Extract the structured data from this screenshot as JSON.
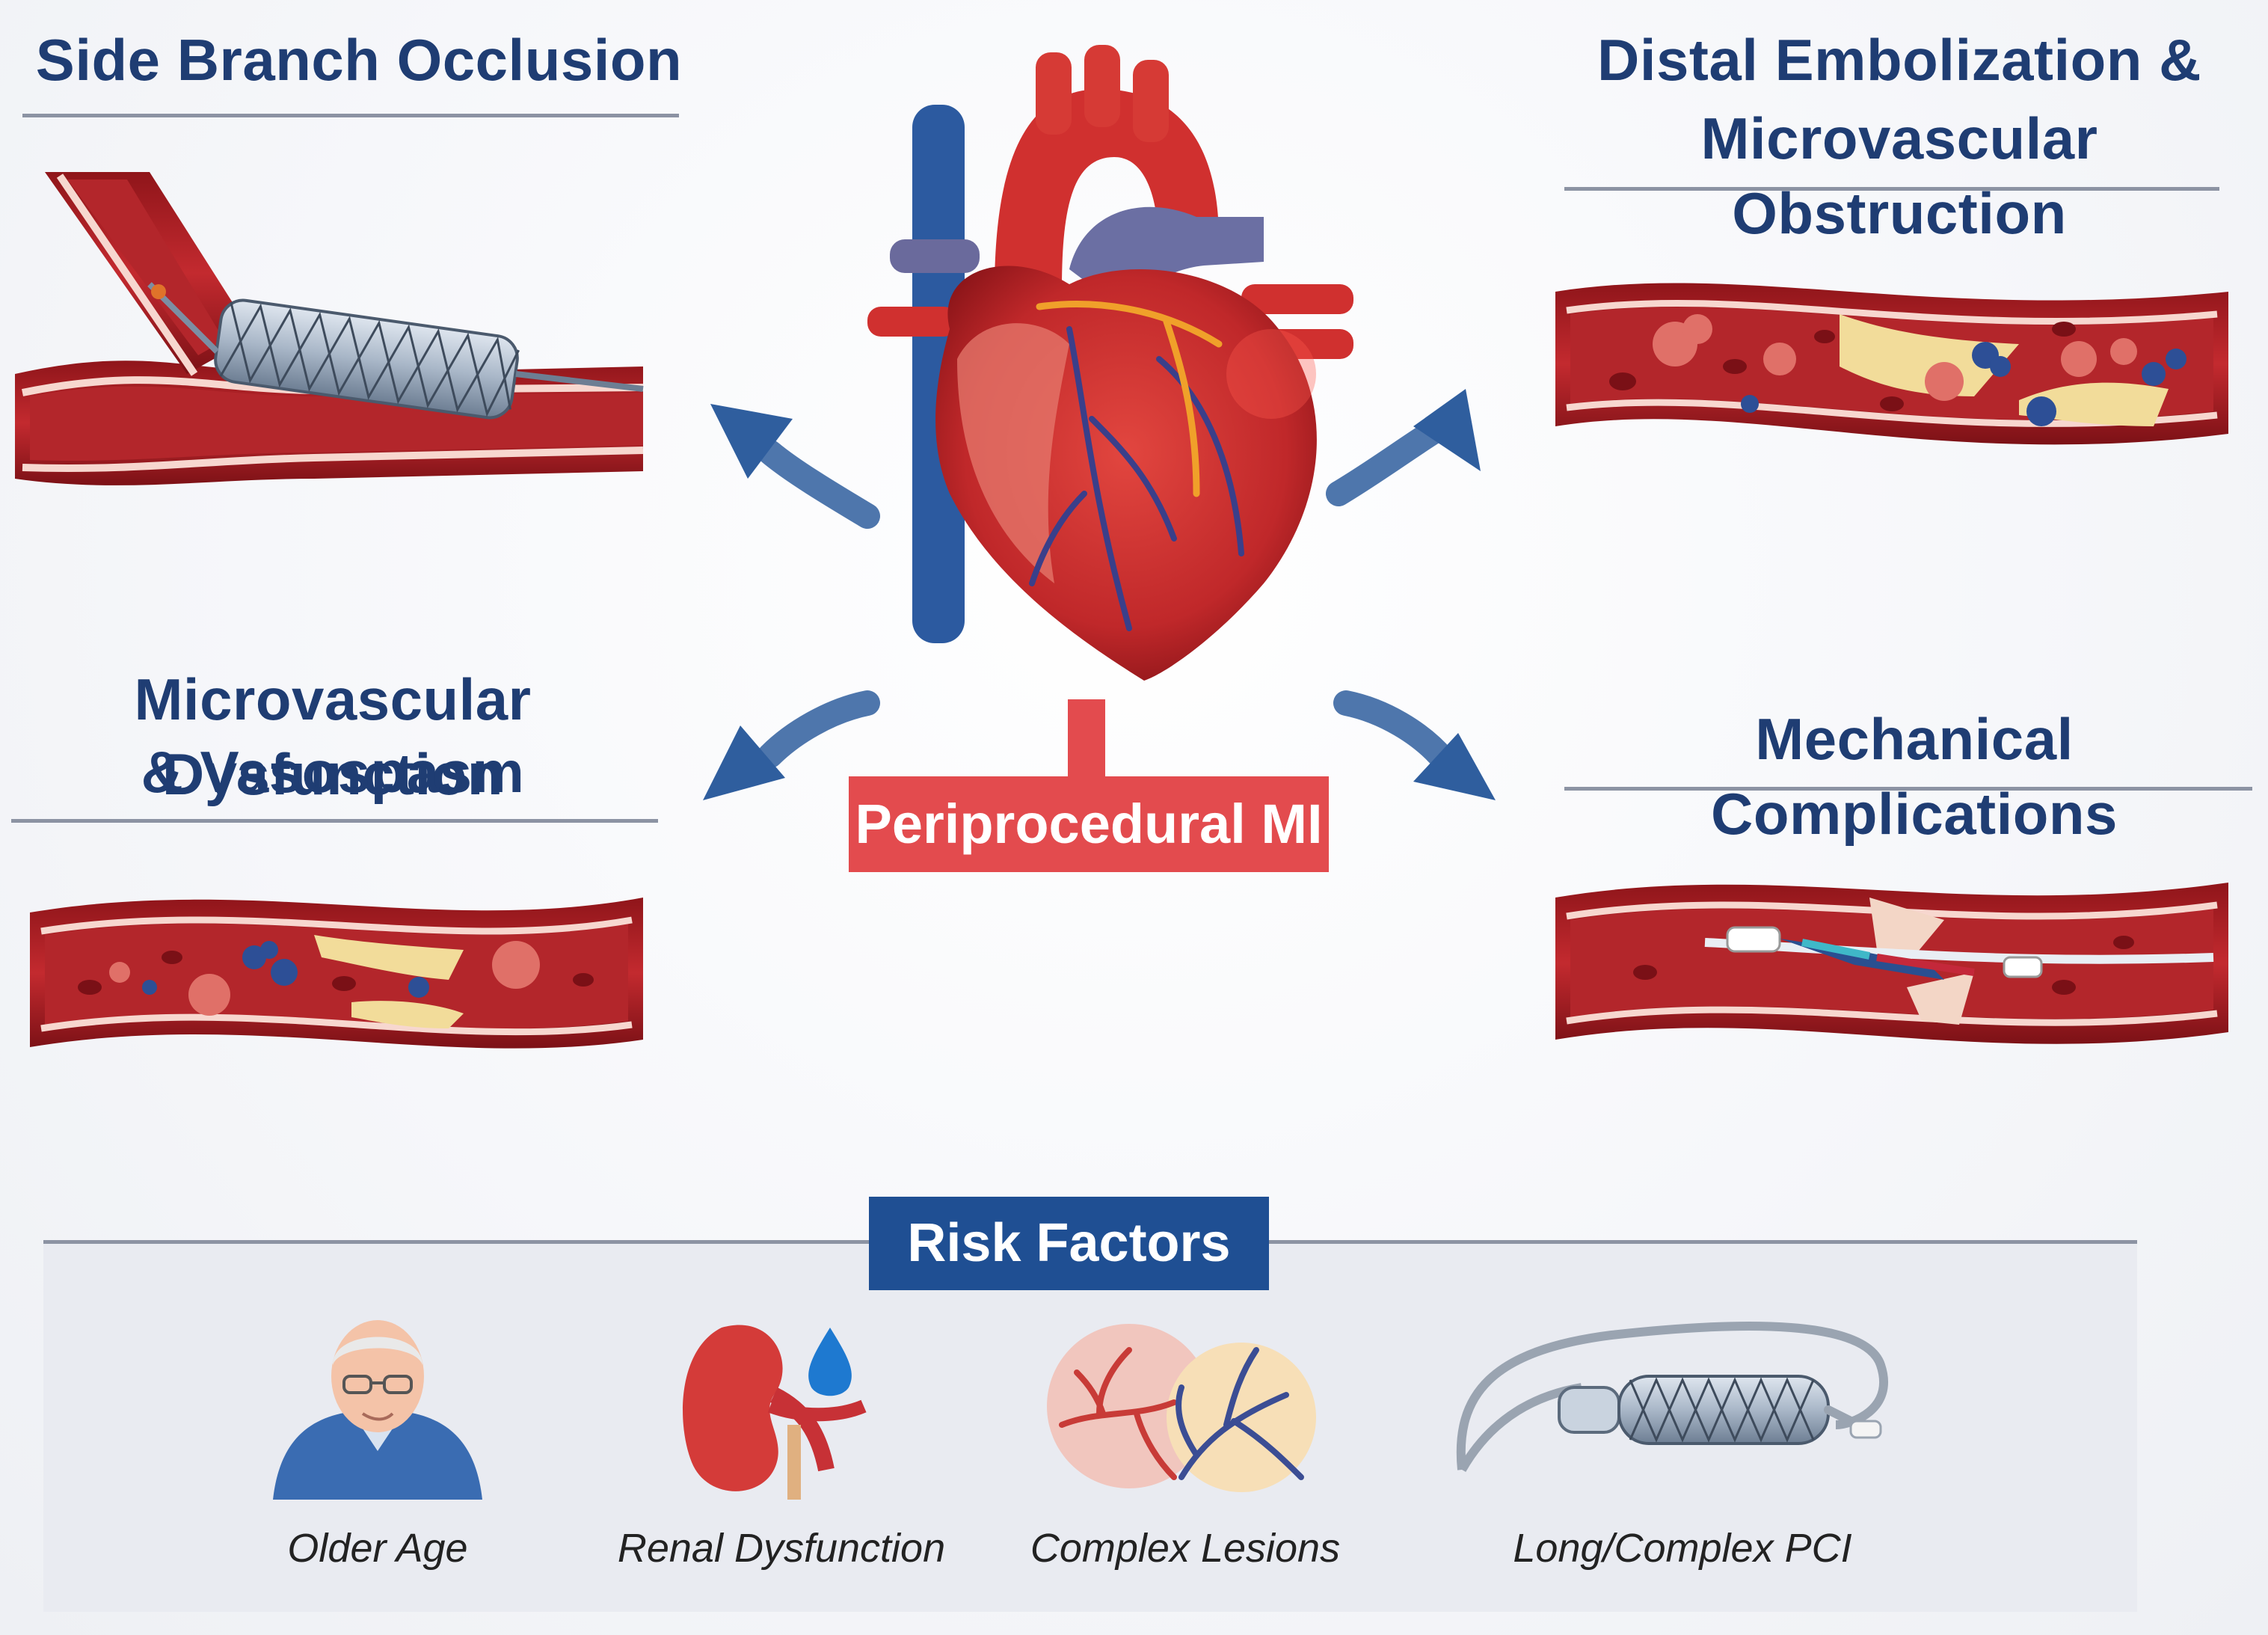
{
  "center": {
    "label": "Periprocedural MI",
    "icon": "heart-icon"
  },
  "sections": {
    "side_branch": {
      "title": "Side Branch Occlusion"
    },
    "distal": {
      "title_line1": "Distal Embolization &",
      "title_line2": "Microvascular Obstruction"
    },
    "microvascular": {
      "title_line1": "Microvascular Dysfunction",
      "title_line2": "& Vasospasm"
    },
    "mechanical": {
      "title": "Mechanical Complications"
    }
  },
  "risk_factors": {
    "heading": "Risk Factors",
    "items": [
      {
        "label": "Older Age",
        "icon": "elderly-person-icon"
      },
      {
        "label": "Renal Dysfunction",
        "icon": "kidney-icon"
      },
      {
        "label": "Complex Lesions",
        "icon": "vessel-lesion-icon"
      },
      {
        "label": "Long/Complex PCI",
        "icon": "stent-catheter-icon"
      }
    ]
  },
  "colors": {
    "title_blue": "#1f3d73",
    "badge_blue": "#1f4f93",
    "label_red": "#e34b4e",
    "vessel_red": "#a81d22",
    "arrow_blue": "#2f5e9e"
  }
}
